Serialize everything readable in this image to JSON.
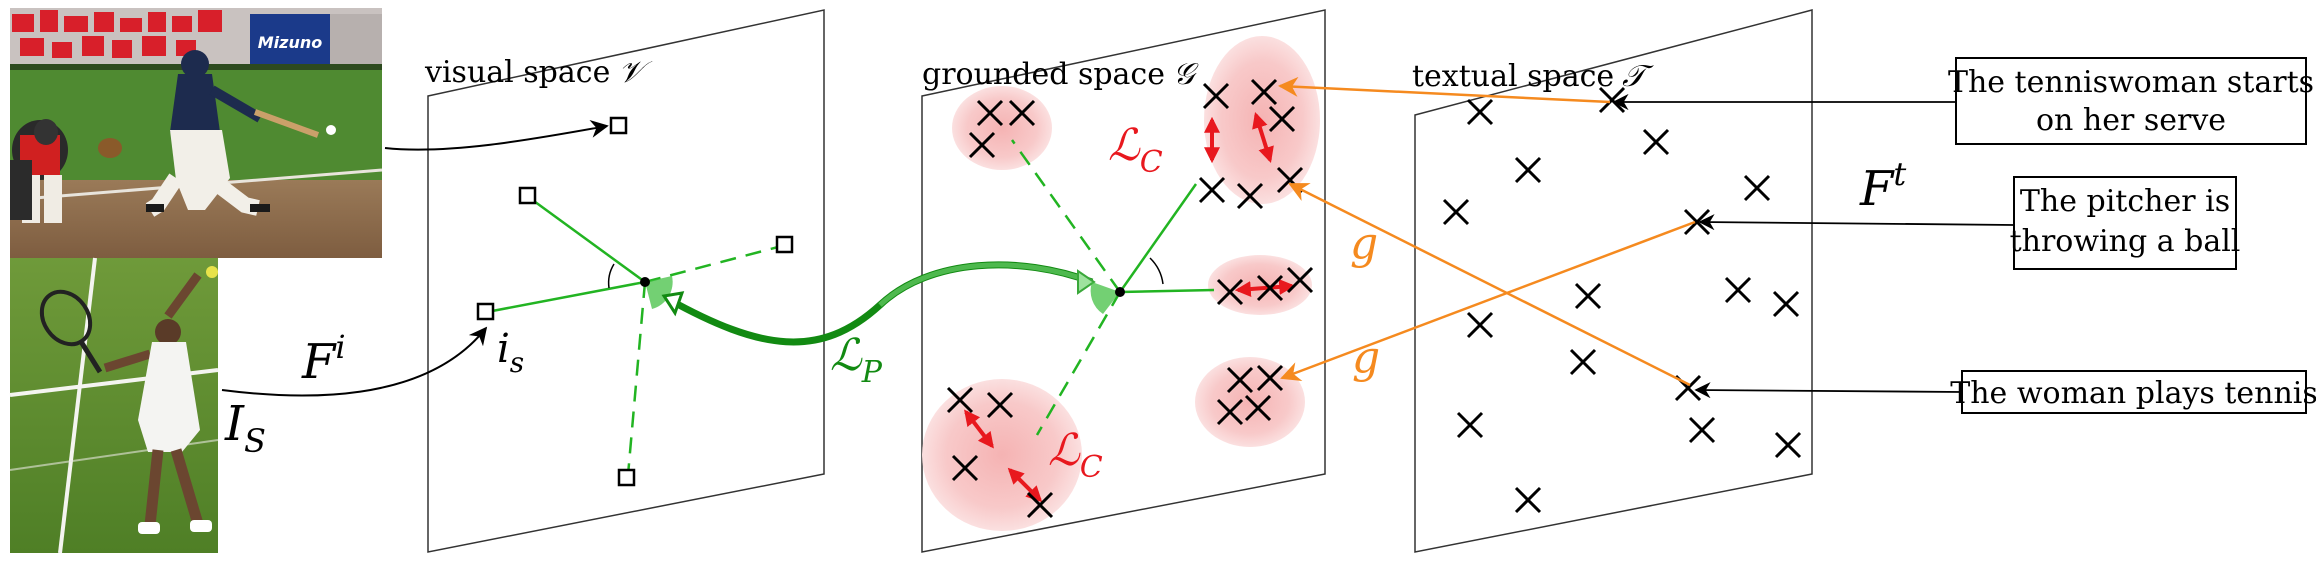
{
  "spaces": {
    "visual": {
      "label": "visual space",
      "symbol": "𝒱"
    },
    "grounded": {
      "label": "grounded space",
      "symbol": "𝒢"
    },
    "textual": {
      "label": "textual space",
      "symbol": "𝒯"
    }
  },
  "math": {
    "F_i": {
      "base": "F",
      "sup": "i"
    },
    "I_S": {
      "base": "I",
      "sub": "S"
    },
    "i_s": {
      "base": "i",
      "sub": "s"
    },
    "L_P": {
      "base": "ℒ",
      "sub": "P"
    },
    "L_C": {
      "base": "ℒ",
      "sub": "C"
    },
    "F_t": {
      "base": "F",
      "sup": "t"
    },
    "g": "g"
  },
  "captions": [
    {
      "lines": [
        "The tenniswoman starts",
        "on her serve"
      ]
    },
    {
      "lines": [
        "The pitcher is",
        "throwing a ball"
      ]
    },
    {
      "lines": [
        "The woman plays tennis"
      ]
    }
  ],
  "photos": {
    "baseball": {
      "banner": "Mizuno"
    },
    "tennis": {}
  },
  "colors": {
    "green": "#22b422",
    "dark_green": "#128a12",
    "orange": "#f58a1f",
    "red": "#e8181e",
    "cluster": "#f7c4c4"
  }
}
